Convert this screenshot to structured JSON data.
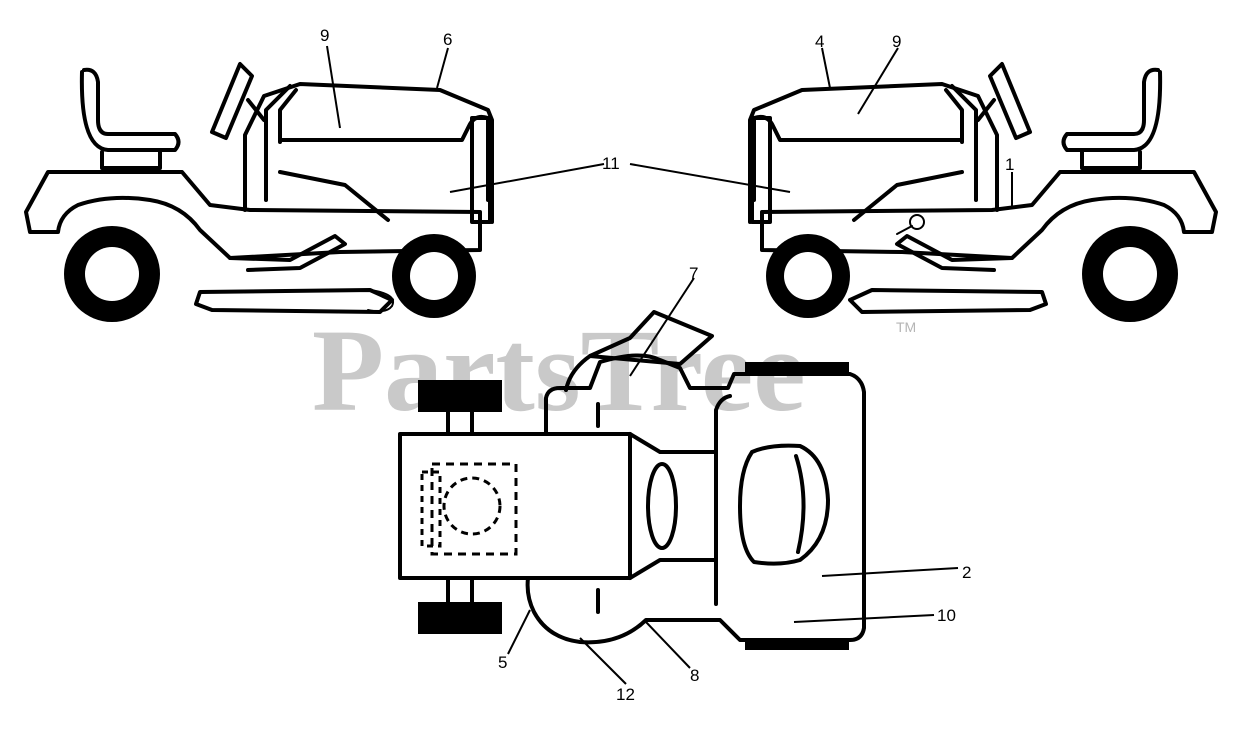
{
  "watermark": {
    "text": "PartsTree",
    "trademark": "TM"
  },
  "callouts": {
    "c1": "1",
    "c2": "2",
    "c4": "4",
    "c5": "5",
    "c6": "6",
    "c7": "7",
    "c8": "8",
    "c9_left": "9",
    "c9_right": "9",
    "c10": "10",
    "c11": "11",
    "c12": "12"
  },
  "colors": {
    "line": "#000000",
    "watermark": "#c9c9c9",
    "background": "#ffffff"
  }
}
